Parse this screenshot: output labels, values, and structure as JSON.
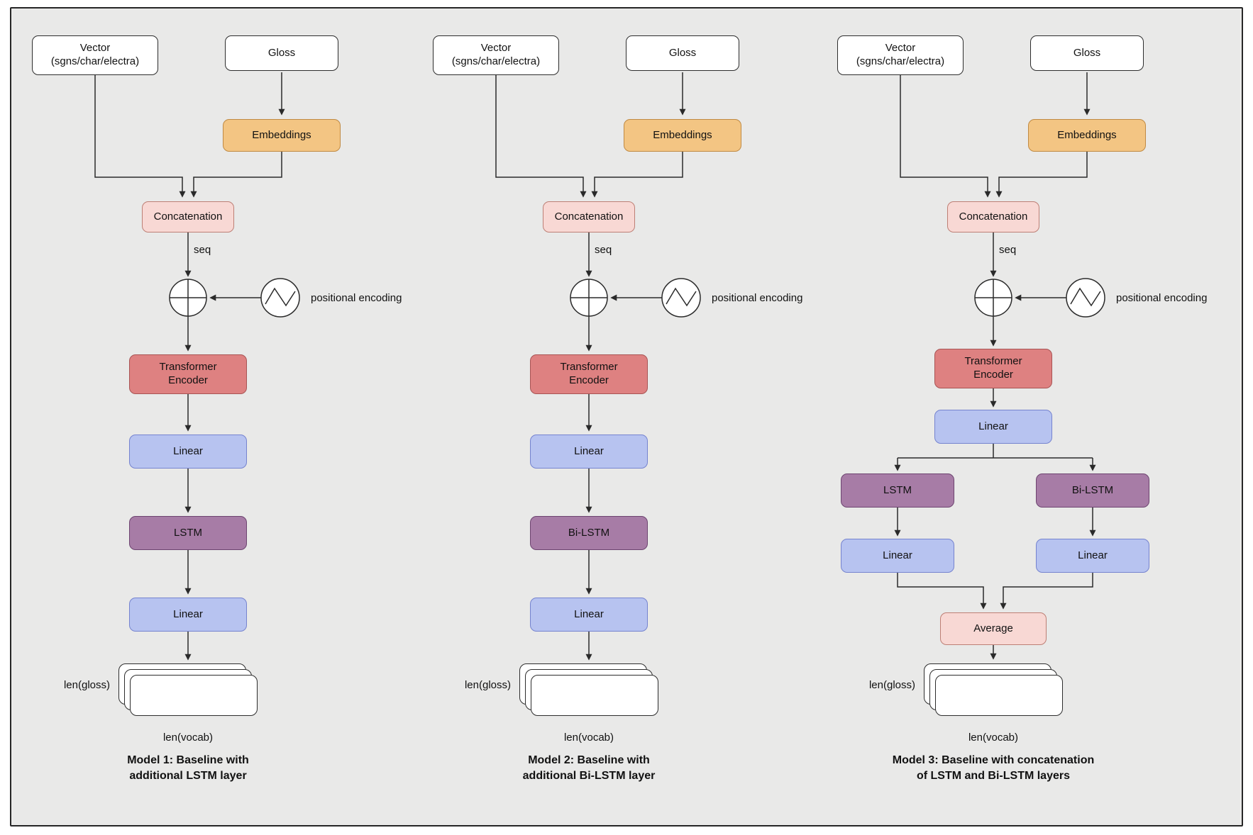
{
  "shared": {
    "seq": "seq",
    "positional_encoding": "positional encoding",
    "len_gloss": "len(gloss)",
    "len_vocab": "len(vocab)"
  },
  "models": [
    {
      "vector": "Vector\n(sgns/char/electra)",
      "gloss": "Gloss",
      "embeddings": "Embeddings",
      "concatenation": "Concatenation",
      "transformer_encoder": "Transformer\nEncoder",
      "linear_1": "Linear",
      "recurrent": "LSTM",
      "linear_2": "Linear",
      "caption": "Model 1: Baseline with\nadditional LSTM layer"
    },
    {
      "vector": "Vector\n(sgns/char/electra)",
      "gloss": "Gloss",
      "embeddings": "Embeddings",
      "concatenation": "Concatenation",
      "transformer_encoder": "Transformer\nEncoder",
      "linear_1": "Linear",
      "recurrent": "Bi-LSTM",
      "linear_2": "Linear",
      "caption": "Model 2: Baseline with\nadditional Bi-LSTM layer"
    },
    {
      "vector": "Vector\n(sgns/char/electra)",
      "gloss": "Gloss",
      "embeddings": "Embeddings",
      "concatenation": "Concatenation",
      "transformer_encoder": "Transformer\nEncoder",
      "linear_top": "Linear",
      "lstm": "LSTM",
      "bilstm": "Bi-LSTM",
      "linear_left": "Linear",
      "linear_right": "Linear",
      "average": "Average",
      "caption": "Model 3: Baseline with concatenation\nof LSTM and Bi-LSTM layers"
    }
  ],
  "colors": {
    "frame_bg": "#e9e9e8",
    "embeddings_fill": "#f3c583",
    "concat_fill": "#f8d8d4",
    "transformer_fill": "#de8181",
    "linear_fill": "#b7c3f0",
    "recurrent_fill": "#a77ca6"
  }
}
